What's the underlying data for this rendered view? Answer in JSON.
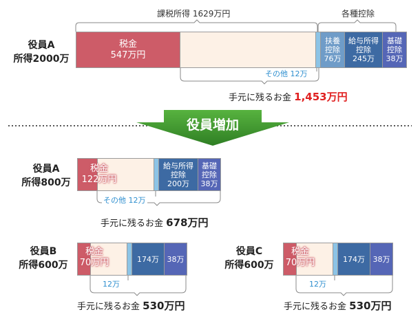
{
  "top": {
    "person_name": "役員A",
    "person_income": "所得2000万",
    "taxable_income_label": "課税所得 1629万円",
    "deductions_label": "各種控除",
    "tax_label": "税金",
    "tax_amount": "547万円",
    "dependent_deduction": "扶養控除76万",
    "dependent_lines": [
      "扶養",
      "控除",
      "76万"
    ],
    "salary_deduction_lines": [
      "給与所得",
      "控除",
      "245万"
    ],
    "basic_deduction_lines": [
      "基礎",
      "控除",
      "38万"
    ],
    "other_label": "その他 12万",
    "remaining_label": "手元に残るお金",
    "remaining_amount": "1,453万円"
  },
  "arrow": {
    "label": "役員増加"
  },
  "officer_a": {
    "name": "役員A",
    "income": "所得800万",
    "tax_label": "税金",
    "tax_amount": "122万円",
    "salary_deduction_lines": [
      "給与所得",
      "控除",
      "200万"
    ],
    "basic_deduction_lines": [
      "基礎",
      "控除",
      "38万"
    ],
    "other_label": "その他 12万",
    "remaining_label": "手元に残るお金",
    "remaining_amount": "678万円"
  },
  "officer_b": {
    "name": "役員B",
    "income": "所得600万",
    "tax_label": "税金",
    "tax_amount": "70万円",
    "salary_deduction": "174万",
    "basic_deduction": "38万",
    "other_label": "12万",
    "remaining_label": "手元に残るお金",
    "remaining_amount": "530万円"
  },
  "officer_c": {
    "name": "役員C",
    "income": "所得600万",
    "tax_label": "税金",
    "tax_amount": "70万円",
    "salary_deduction": "174万",
    "basic_deduction": "38万",
    "other_label": "12万",
    "remaining_label": "手元に残るお金",
    "remaining_amount": "530万円"
  },
  "colors": {
    "tax": "#cd5c68",
    "remaining": "#fdf1e6",
    "other": "#8cc4e6",
    "dependent": "#6f9cc8",
    "salary": "#3d6aa3",
    "basic": "#5566b6",
    "arrow": "#3f9a2e",
    "highlight": "#e02020"
  }
}
